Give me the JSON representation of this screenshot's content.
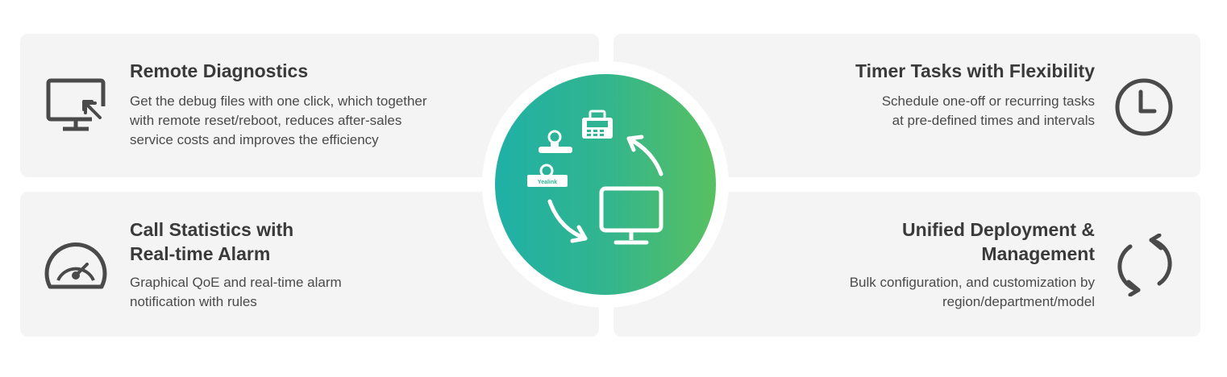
{
  "features": {
    "remote_diagnostics": {
      "title": "Remote Diagnostics",
      "lines": [
        "Get the debug files with one click, which together",
        "with remote reset/reboot, reduces after-sales",
        "service costs and improves the efficiency"
      ],
      "icon": "monitor-cursor-icon"
    },
    "call_statistics": {
      "title_lines": [
        "Call Statistics with",
        "Real-time Alarm"
      ],
      "lines": [
        "Graphical QoE and real-time alarm",
        "notification with rules"
      ],
      "icon": "gauge-icon"
    },
    "timer_tasks": {
      "title": "Timer Tasks with Flexibility",
      "lines": [
        "Schedule one-off or recurring tasks",
        "at pre-defined times and intervals"
      ],
      "icon": "clock-icon"
    },
    "unified_deployment": {
      "title_lines": [
        "Unified Deployment &",
        "Management"
      ],
      "lines": [
        "Bulk configuration, and customization by",
        "region/department/model"
      ],
      "icon": "refresh-cycle-icon"
    }
  },
  "hub": {
    "device_brand": "Yealink",
    "colors": {
      "start": "#1fb0a6",
      "end": "#58c061"
    }
  },
  "colors": {
    "card_bg": "#f3f4f3",
    "text": "#3d3d3d",
    "icon": "#4a4a4a"
  }
}
